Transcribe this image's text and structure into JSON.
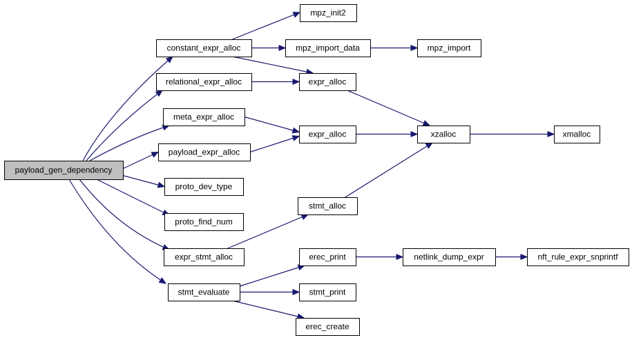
{
  "graph": {
    "colors": {
      "edge": "#191970",
      "root_fill": "#bfbfbf",
      "node_fill": "#ffffff",
      "border": "#000000"
    },
    "nodes": [
      {
        "id": "payload_gen_dependency",
        "label": "payload_gen_dependency",
        "root": true
      },
      {
        "id": "constant_expr_alloc",
        "label": "constant_expr_alloc"
      },
      {
        "id": "relational_expr_alloc",
        "label": "relational_expr_alloc"
      },
      {
        "id": "meta_expr_alloc",
        "label": "meta_expr_alloc"
      },
      {
        "id": "payload_expr_alloc",
        "label": "payload_expr_alloc"
      },
      {
        "id": "proto_dev_type",
        "label": "proto_dev_type"
      },
      {
        "id": "proto_find_num",
        "label": "proto_find_num"
      },
      {
        "id": "expr_stmt_alloc",
        "label": "expr_stmt_alloc"
      },
      {
        "id": "stmt_evaluate",
        "label": "stmt_evaluate"
      },
      {
        "id": "mpz_init2",
        "label": "mpz_init2"
      },
      {
        "id": "mpz_import_data",
        "label": "mpz_import_data"
      },
      {
        "id": "mpz_import",
        "label": "mpz_import"
      },
      {
        "id": "expr_alloc_1",
        "label": "expr_alloc"
      },
      {
        "id": "expr_alloc_2",
        "label": "expr_alloc"
      },
      {
        "id": "xzalloc",
        "label": "xzalloc"
      },
      {
        "id": "xmalloc",
        "label": "xmalloc"
      },
      {
        "id": "stmt_alloc",
        "label": "stmt_alloc"
      },
      {
        "id": "erec_print",
        "label": "erec_print"
      },
      {
        "id": "netlink_dump_expr",
        "label": "netlink_dump_expr"
      },
      {
        "id": "nft_rule_expr_snprintf",
        "label": "nft_rule_expr_snprintf"
      },
      {
        "id": "stmt_print",
        "label": "stmt_print"
      },
      {
        "id": "erec_create",
        "label": "erec_create"
      }
    ],
    "edges": [
      [
        "payload_gen_dependency",
        "constant_expr_alloc"
      ],
      [
        "payload_gen_dependency",
        "relational_expr_alloc"
      ],
      [
        "payload_gen_dependency",
        "meta_expr_alloc"
      ],
      [
        "payload_gen_dependency",
        "payload_expr_alloc"
      ],
      [
        "payload_gen_dependency",
        "proto_dev_type"
      ],
      [
        "payload_gen_dependency",
        "proto_find_num"
      ],
      [
        "payload_gen_dependency",
        "expr_stmt_alloc"
      ],
      [
        "payload_gen_dependency",
        "stmt_evaluate"
      ],
      [
        "constant_expr_alloc",
        "mpz_init2"
      ],
      [
        "constant_expr_alloc",
        "mpz_import_data"
      ],
      [
        "constant_expr_alloc",
        "expr_alloc_1"
      ],
      [
        "mpz_import_data",
        "mpz_import"
      ],
      [
        "relational_expr_alloc",
        "expr_alloc_1"
      ],
      [
        "meta_expr_alloc",
        "expr_alloc_2"
      ],
      [
        "payload_expr_alloc",
        "expr_alloc_2"
      ],
      [
        "expr_alloc_1",
        "xzalloc"
      ],
      [
        "expr_alloc_2",
        "xzalloc"
      ],
      [
        "xzalloc",
        "xmalloc"
      ],
      [
        "expr_stmt_alloc",
        "stmt_alloc"
      ],
      [
        "stmt_alloc",
        "xzalloc"
      ],
      [
        "stmt_evaluate",
        "erec_print"
      ],
      [
        "stmt_evaluate",
        "stmt_print"
      ],
      [
        "stmt_evaluate",
        "erec_create"
      ],
      [
        "erec_print",
        "netlink_dump_expr"
      ],
      [
        "netlink_dump_expr",
        "nft_rule_expr_snprintf"
      ]
    ]
  }
}
